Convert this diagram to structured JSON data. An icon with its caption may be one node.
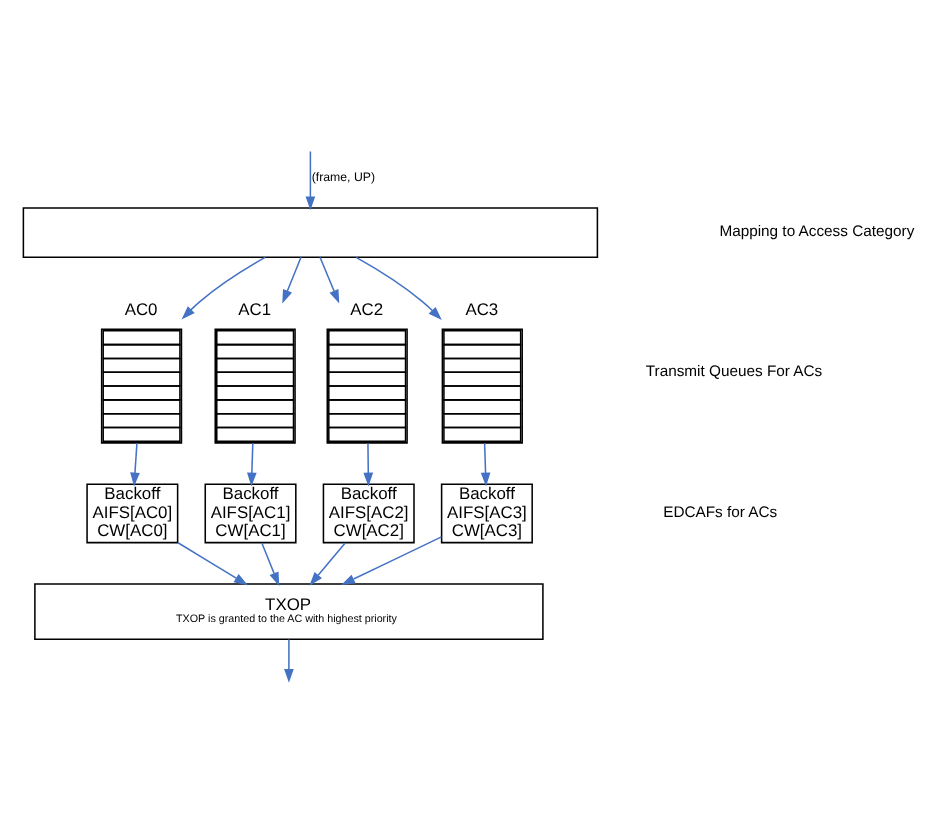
{
  "diagram": {
    "nodes": [
      {
        "text": [],
        "shape": "box"
      },
      {
        "text": [
          "AC0"
        ]
      },
      {
        "text": [
          "AC1"
        ]
      },
      {
        "text": [
          "AC2"
        ]
      },
      {
        "text": [
          "AC3"
        ]
      },
      {
        "text": [
          "Backoff AIFS[AC0] CW[AC0]"
        ]
      },
      {
        "text": [
          "Backoff AIFS[AC1] CW[AC1]"
        ]
      },
      {
        "text": [
          "Backoff AIFS[AC2] CW[AC2]"
        ]
      },
      {
        "text": [
          "Backoff AIFS[AC3] CW[AC3]"
        ]
      },
      {
        "text": [
          "TXOP",
          "TXOP is granted to the AC with highest priority"
        ]
      }
    ],
    "edges": [
      {
        "from": null,
        "to": 0,
        "arrow": "to",
        "label": "(frame, UP)"
      },
      {
        "from": 0,
        "to": 1,
        "arrow": "to"
      },
      {
        "from": 0,
        "to": 2,
        "arrow": "to"
      },
      {
        "from": 0,
        "to": 3,
        "arrow": "to"
      },
      {
        "from": 0,
        "to": 4,
        "arrow": "to"
      },
      {
        "from": 1,
        "to": 5,
        "arrow": "to"
      },
      {
        "from": 2,
        "to": 6,
        "arrow": "to"
      },
      {
        "from": 3,
        "to": 7,
        "arrow": "to"
      },
      {
        "from": 4,
        "to": 8,
        "arrow": "to"
      },
      {
        "from": 5,
        "to": 9,
        "arrow": "to"
      },
      {
        "from": 6,
        "to": 9,
        "arrow": "to"
      },
      {
        "from": 7,
        "to": 9,
        "arrow": "to"
      },
      {
        "from": 8,
        "to": 9,
        "arrow": "to"
      },
      {
        "from": 9,
        "to": null,
        "arrow": "to"
      }
    ],
    "labels": [
      "Mapping to Access Category",
      "Transmit Queues For ACs",
      "EDCAFs for ACs"
    ]
  }
}
